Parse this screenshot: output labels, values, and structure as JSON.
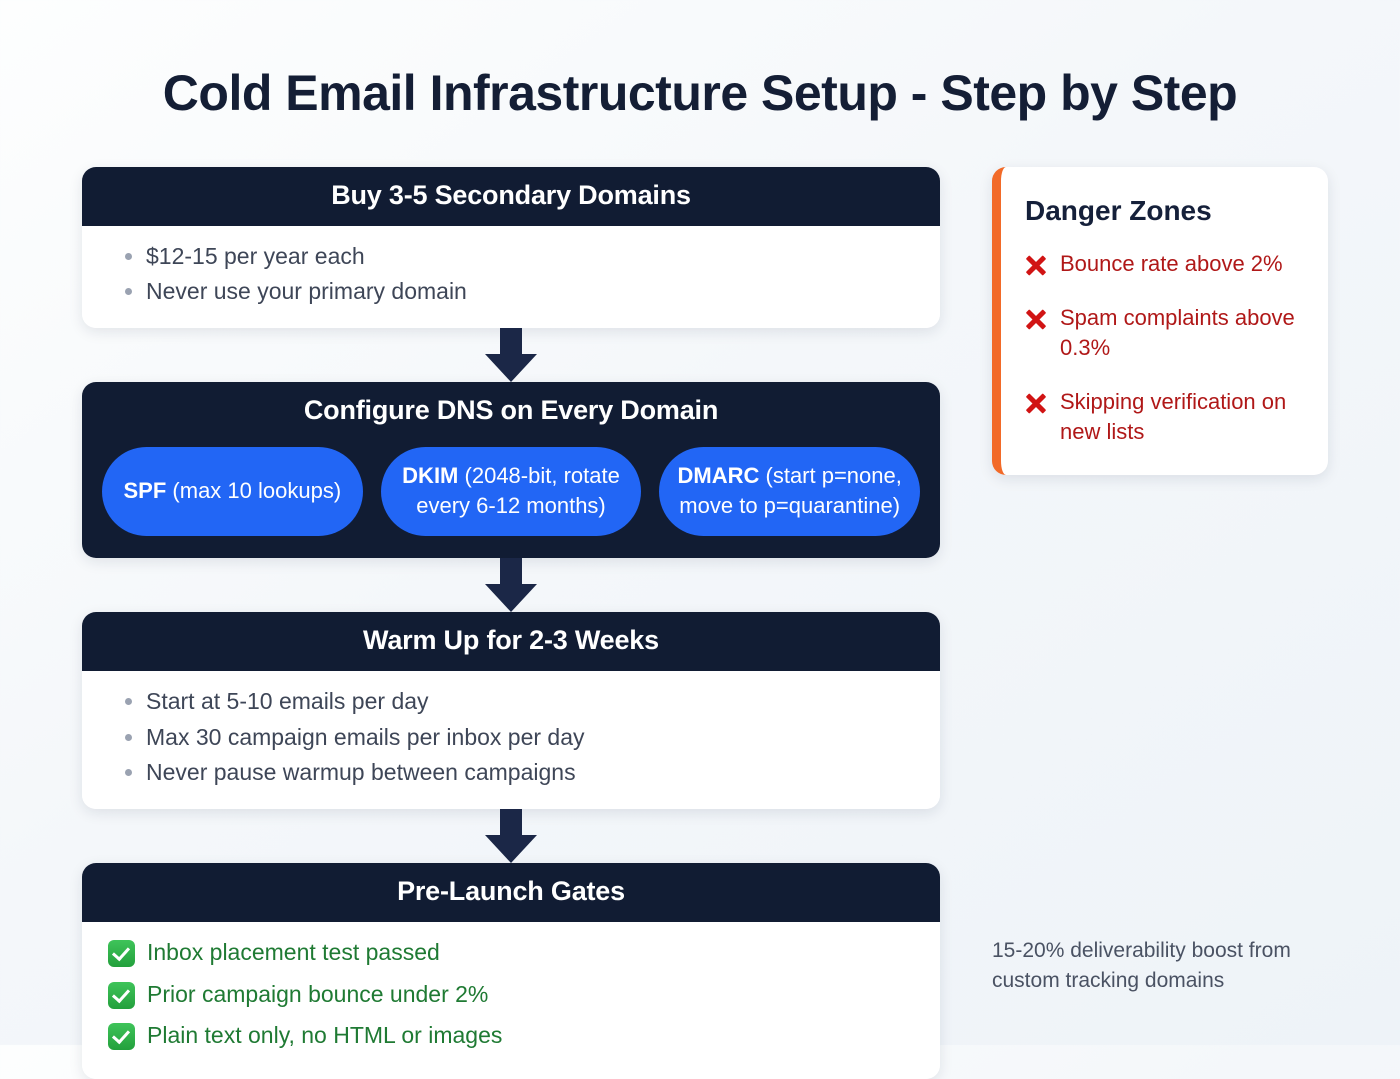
{
  "title": "Cold Email Infrastructure Setup - Step by Step",
  "colors": {
    "header_navy": "#111c33",
    "pill_blue": "#2266f5",
    "danger_accent": "#f26a28",
    "danger_text": "#b01818",
    "check_green": "#1f7a33",
    "page_background": "#f1f5f9"
  },
  "steps": [
    {
      "header": "Buy 3-5 Secondary Domains",
      "type": "bullets",
      "items": [
        "$12-15 per year each",
        "Never use your primary domain"
      ]
    },
    {
      "header": "Configure DNS on Every Domain",
      "type": "pills",
      "pills": [
        {
          "label": "SPF",
          "detail": "(max 10 lookups)"
        },
        {
          "label": "DKIM",
          "detail": "(2048-bit, rotate every 6-12 months)"
        },
        {
          "label": "DMARC",
          "detail": "(start p=none, move to p=quarantine)"
        }
      ]
    },
    {
      "header": "Warm Up for 2-3 Weeks",
      "type": "bullets",
      "items": [
        "Start at 5-10 emails per day",
        "Max 30 campaign emails per inbox per day",
        "Never pause warmup between campaigns"
      ]
    },
    {
      "header": "Pre-Launch Gates",
      "type": "checks",
      "items": [
        "Inbox placement test passed",
        "Prior campaign bounce under 2%",
        "Plain text only, no HTML or images"
      ]
    }
  ],
  "danger": {
    "title": "Danger Zones",
    "items": [
      "Bounce rate above 2%",
      "Spam complaints above 0.3%",
      "Skipping verification on new lists"
    ]
  },
  "footnote": "15-20% deliverability boost from custom tracking domains"
}
